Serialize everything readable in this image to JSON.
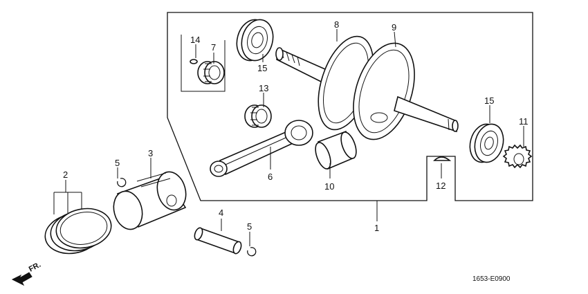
{
  "callouts": [
    {
      "id": "c1",
      "text": "1"
    },
    {
      "id": "c2",
      "text": "2"
    },
    {
      "id": "c3",
      "text": "3"
    },
    {
      "id": "c4",
      "text": "4"
    },
    {
      "id": "c5a",
      "text": "5"
    },
    {
      "id": "c5b",
      "text": "5"
    },
    {
      "id": "c6",
      "text": "6"
    },
    {
      "id": "c7",
      "text": "7"
    },
    {
      "id": "c8",
      "text": "8"
    },
    {
      "id": "c9",
      "text": "9"
    },
    {
      "id": "c10",
      "text": "10"
    },
    {
      "id": "c11",
      "text": "11"
    },
    {
      "id": "c12",
      "text": "12"
    },
    {
      "id": "c13",
      "text": "13"
    },
    {
      "id": "c14",
      "text": "14"
    },
    {
      "id": "c15a",
      "text": "15"
    },
    {
      "id": "c15b",
      "text": "15"
    }
  ],
  "direction_label": "FR.",
  "diagram_code": "1653-E0900"
}
